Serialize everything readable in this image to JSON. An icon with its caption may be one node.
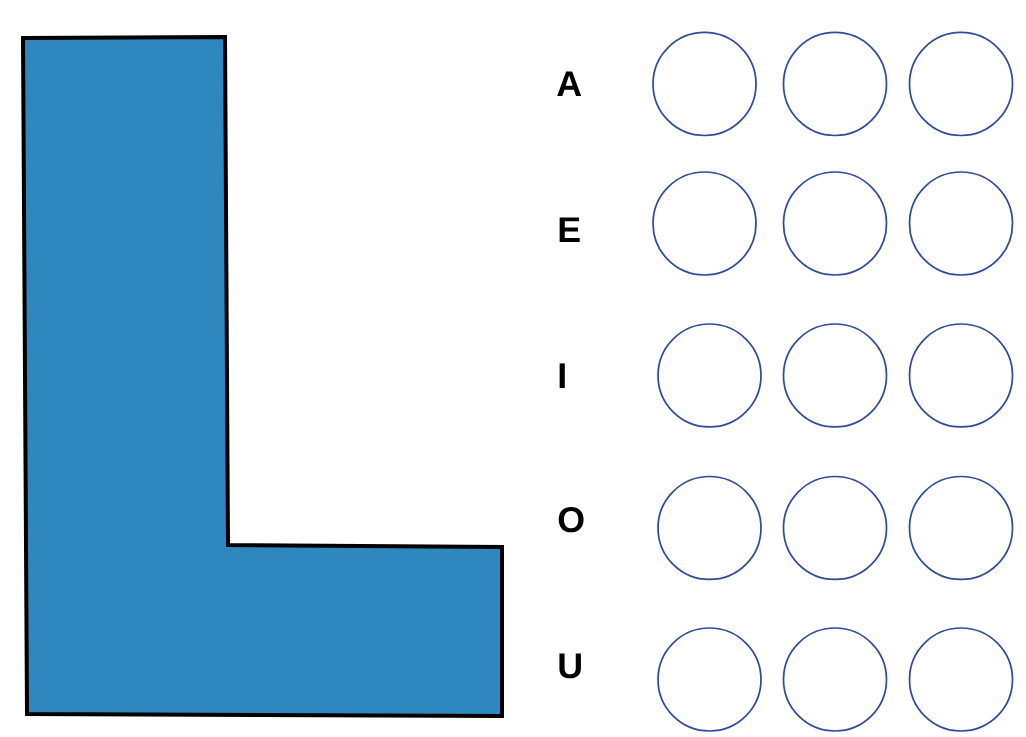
{
  "diagram": {
    "nodes": [
      {
        "text": [],
        "shape": "polygon"
      },
      {
        "text": [],
        "shape": "circle"
      },
      {
        "text": [],
        "shape": "circle"
      },
      {
        "text": [],
        "shape": "circle"
      },
      {
        "text": [],
        "shape": "circle"
      },
      {
        "text": [],
        "shape": "circle"
      },
      {
        "text": [],
        "shape": "circle"
      },
      {
        "text": [],
        "shape": "circle"
      },
      {
        "text": [],
        "shape": "circle"
      },
      {
        "text": [],
        "shape": "circle"
      },
      {
        "text": [],
        "shape": "circle"
      },
      {
        "text": [],
        "shape": "circle"
      },
      {
        "text": [],
        "shape": "circle"
      },
      {
        "text": [],
        "shape": "circle"
      },
      {
        "text": [],
        "shape": "circle"
      },
      {
        "text": [],
        "shape": "circle"
      }
    ],
    "labels": [
      "A",
      "E",
      "I",
      "O",
      "U"
    ]
  }
}
